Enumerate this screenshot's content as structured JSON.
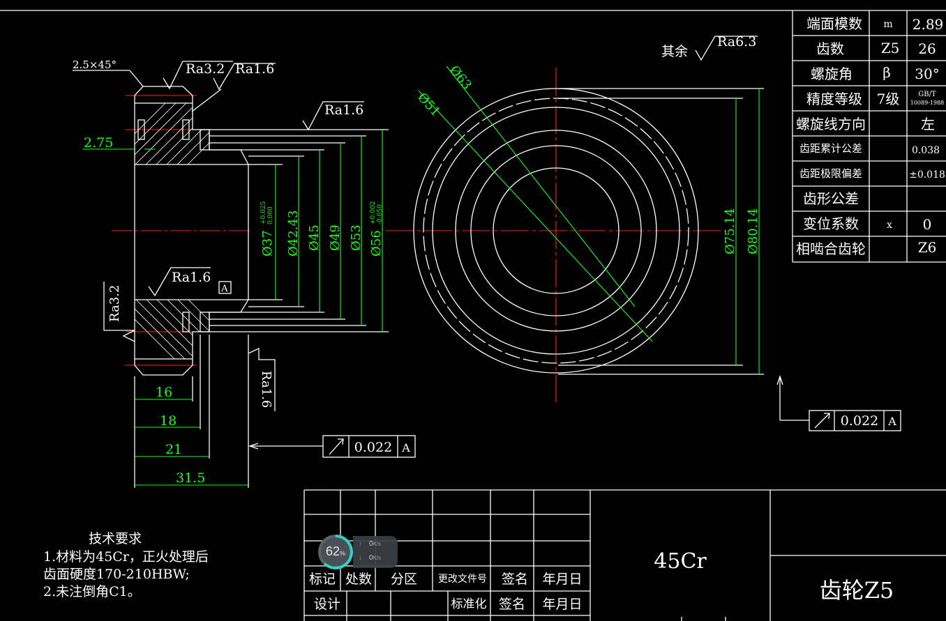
{
  "params_table": {
    "rows": [
      {
        "label": "端面模数",
        "symbol": "m",
        "value": "2.89"
      },
      {
        "label": "齿数",
        "symbol": "Z5",
        "value": "26"
      },
      {
        "label": "螺旋角",
        "symbol": "β",
        "value": "30°"
      },
      {
        "label": "精度等级",
        "symbol": "7级",
        "value": "GB/T",
        "value2": "10089-1988"
      },
      {
        "label": "螺旋线方向",
        "symbol": "",
        "value": "左"
      },
      {
        "label": "齿距累计公差",
        "symbol": "",
        "value": "0.038"
      },
      {
        "label": "齿距极限偏差",
        "symbol": "",
        "value": "±0.018"
      },
      {
        "label": "齿形公差",
        "symbol": "",
        "value": ""
      },
      {
        "label": "变位系数",
        "symbol": "x",
        "value": "0"
      },
      {
        "label": "相啮合齿轮",
        "symbol": "",
        "value": "Z6"
      }
    ]
  },
  "surface_marks": {
    "chamfer": "2.5×45°",
    "ra32_top": "Ra3.2",
    "ra16_top": "Ra1.6",
    "ra16_bore": "Ra1.6",
    "ra16_inner": "Ra1.6",
    "ra32_left": "Ra3.2",
    "ra16_face": "Ra1.6",
    "default_prefix": "其余",
    "default_ra": "Ra6.3",
    "datum": "A"
  },
  "dimensions": {
    "d275": "2.75",
    "d16": "16",
    "d18": "18",
    "d21": "21",
    "d315": "31.5",
    "d37": "Ø37",
    "d37_tol_up": "+0.025",
    "d37_tol_low": "0.000",
    "d4243": "Ø42.43",
    "d45": "Ø45",
    "d49": "Ø49",
    "d53": "Ø53",
    "d56": "Ø56",
    "d56_tol_up": "+0.002",
    "d56_tol_low": "-0.050",
    "d7514": "Ø75.14",
    "d8014": "Ø80.14",
    "d51": "Ø51",
    "d63": "Ø63"
  },
  "runout": [
    {
      "value": "0.022",
      "datum": "A"
    },
    {
      "value": "0.022",
      "datum": "A"
    }
  ],
  "tech_requirements": {
    "title": "技术要求",
    "line1": "1.材料为45Cr，正火处理后",
    "line2": "齿面硬度170-210HBW;",
    "line3": "2.未注倒角C1。"
  },
  "title_block": {
    "material": "45Cr",
    "part_name": "齿轮Z5",
    "h_mark": "标记",
    "h_count": "处数",
    "h_zone": "分区",
    "h_docno": "更改文件号",
    "h_sign": "签名",
    "h_date": "年月日",
    "h_design": "设计",
    "h_std": "标准化",
    "h_sign2": "签名",
    "h_date2": "年月日"
  },
  "net_widget": {
    "percent": "62",
    "percent_unit": "%",
    "up": "0",
    "down": "0",
    "unit": "K/s"
  },
  "colors": {
    "background": "#000000",
    "outline": "#ffffff",
    "dimension": "#19ff19",
    "centerline": "#ff2020"
  }
}
